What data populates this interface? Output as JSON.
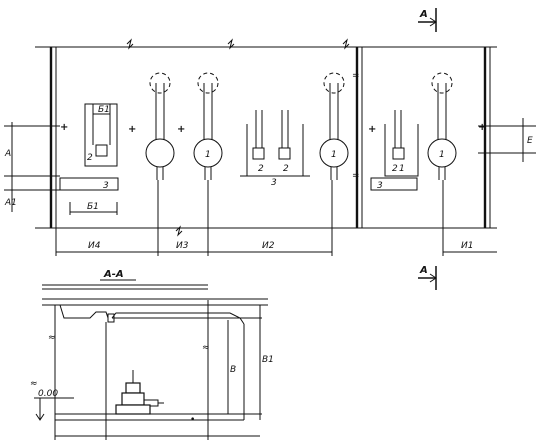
{
  "section_marks": {
    "top": "A",
    "bottom": "A"
  },
  "section_title": "A-A",
  "dimensions": {
    "i1": "И1",
    "i2": "И2",
    "i3": "И3",
    "i4": "И4",
    "a": "A",
    "a1": "A1",
    "b1_top": "Б1",
    "b1_bottom": "Б1",
    "e": "Е",
    "v": "В",
    "v1": "В1",
    "elev": "0.00"
  },
  "item_numbers": {
    "n2_left": "2",
    "n3_left": "3",
    "n2_mid_a": "2",
    "n2_mid_b": "2",
    "n3_mid": "3",
    "n2_right": "2",
    "n1_right": "1",
    "n3_right": "3"
  },
  "fixture_numbers": {
    "f1": "1",
    "f2": "1",
    "f3": "1"
  },
  "crosses": [
    "+",
    "+",
    "+",
    "+"
  ]
}
